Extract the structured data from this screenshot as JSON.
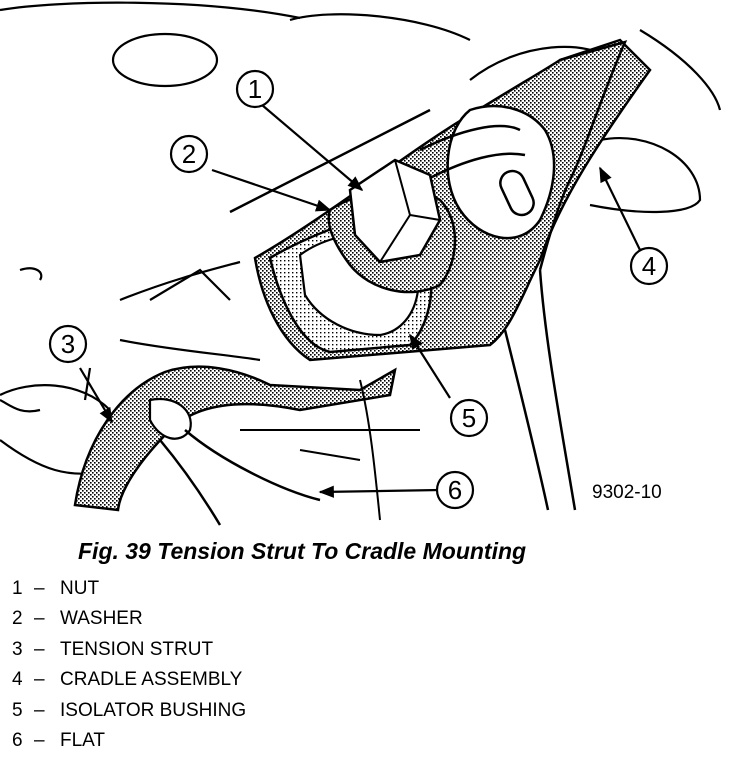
{
  "figure": {
    "code": "9302-10",
    "callouts": [
      "1",
      "2",
      "3",
      "4",
      "5",
      "6"
    ]
  },
  "caption": "Fig. 39 Tension Strut To Cradle Mounting",
  "legend": [
    {
      "num": "1",
      "sep": "–",
      "label": "NUT"
    },
    {
      "num": "2",
      "sep": "–",
      "label": "WASHER"
    },
    {
      "num": "3",
      "sep": "–",
      "label": "TENSION STRUT"
    },
    {
      "num": "4",
      "sep": "–",
      "label": "CRADLE ASSEMBLY"
    },
    {
      "num": "5",
      "sep": "–",
      "label": "ISOLATOR BUSHING"
    },
    {
      "num": "6",
      "sep": "–",
      "label": "FLAT"
    }
  ]
}
